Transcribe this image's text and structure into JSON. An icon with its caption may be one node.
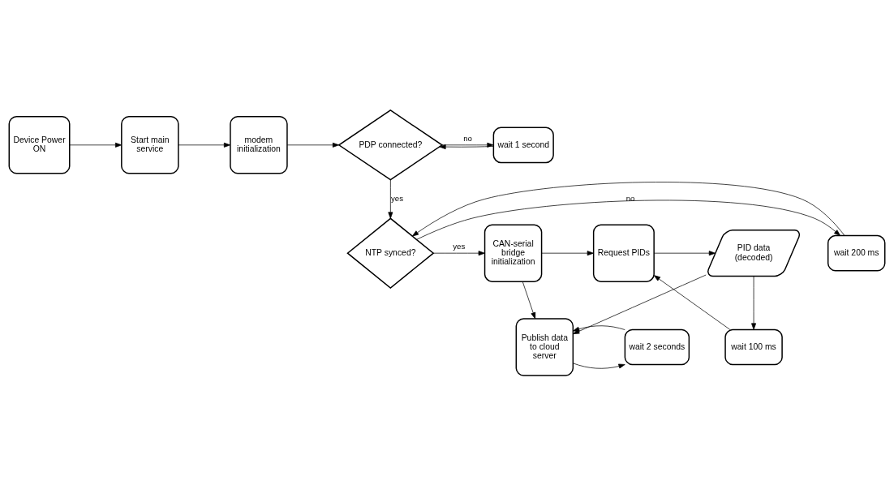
{
  "diagram": {
    "nodes": [
      {
        "text": [
          "Device Power ON"
        ]
      },
      {
        "text": [
          "Start main service"
        ]
      },
      {
        "text": [
          "modem initialization"
        ]
      },
      {
        "text": [
          "PDP connected?"
        ]
      },
      {
        "text": [
          "wait 1 second"
        ]
      },
      {
        "text": [
          "NTP synced?"
        ]
      },
      {
        "text": [
          "wait 200 ms"
        ]
      },
      {
        "text": [
          "CAN-serial bridge initialization"
        ]
      },
      {
        "text": [
          "Request PIDs"
        ]
      },
      {
        "text": [
          "PID data (decoded)"
        ]
      },
      {
        "text": [
          "wait 100 ms"
        ]
      },
      {
        "text": [
          "Publish data to cloud server"
        ]
      },
      {
        "text": [
          "wait 2 seconds"
        ]
      }
    ],
    "edges": [
      {
        "from": 0,
        "to": 1,
        "arrow": "to"
      },
      {
        "from": 1,
        "to": 2,
        "arrow": "to"
      },
      {
        "from": 2,
        "to": 3,
        "arrow": "to"
      },
      {
        "from": 3,
        "to": 4,
        "arrow": "to",
        "label": "no"
      },
      {
        "from": 4,
        "to": 3,
        "arrow": "to"
      },
      {
        "from": 3,
        "to": 5,
        "arrow": "to",
        "label": "yes"
      },
      {
        "from": 5,
        "to": 6,
        "arrow": "to",
        "label": "no"
      },
      {
        "from": 6,
        "to": 5,
        "arrow": "to"
      },
      {
        "from": 5,
        "to": 7,
        "arrow": "to",
        "label": "yes"
      },
      {
        "from": 7,
        "to": 8,
        "arrow": "to"
      },
      {
        "from": 8,
        "to": 9,
        "arrow": "to"
      },
      {
        "from": 9,
        "to": 10,
        "arrow": "to"
      },
      {
        "from": 10,
        "to": 8,
        "arrow": "to"
      },
      {
        "from": 7,
        "to": 11,
        "arrow": "to"
      },
      {
        "from": 9,
        "to": 11,
        "arrow": "to"
      },
      {
        "from": 11,
        "to": 12,
        "arrow": "to"
      },
      {
        "from": 12,
        "to": 11,
        "arrow": "to"
      }
    ]
  }
}
